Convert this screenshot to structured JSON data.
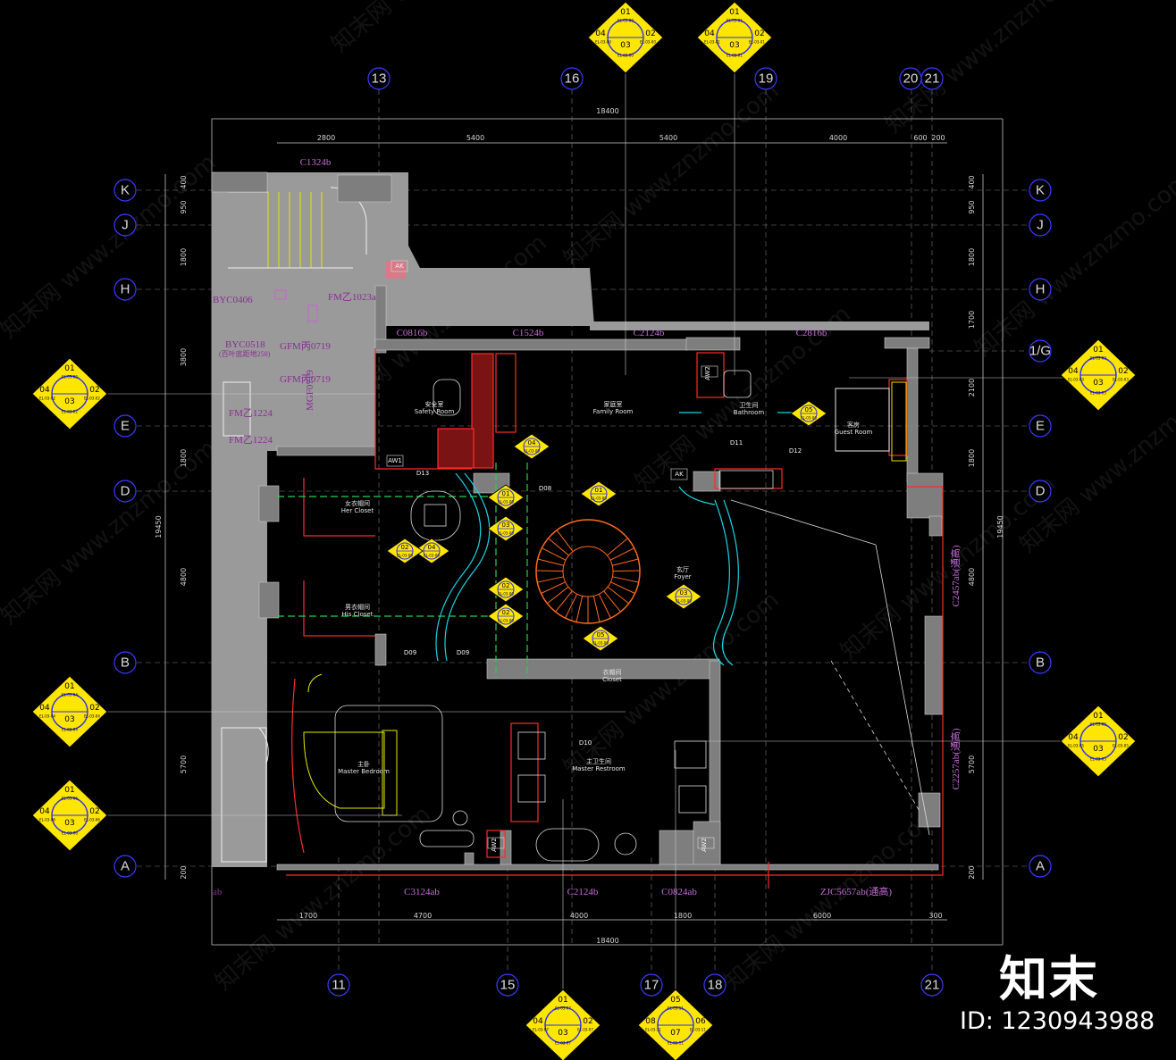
{
  "colors": {
    "background": "#000000",
    "wall": "#9a9a9a",
    "grid": "#8a8a8a",
    "accent_red": "#ff2020",
    "accent_green": "#21d24a",
    "accent_yellow": "#ffe600",
    "accent_cyan": "#16d6e0",
    "window_purple": "#c66ad8"
  },
  "axes": {
    "top": [
      "13",
      "16",
      "19",
      "20",
      "21"
    ],
    "bottom": [
      "11",
      "15",
      "17",
      "18",
      "21"
    ],
    "left": [
      "K",
      "J",
      "H",
      "E",
      "D",
      "B",
      "A"
    ],
    "right": [
      "K",
      "J",
      "H",
      "1/G",
      "E",
      "D",
      "B",
      "A"
    ]
  },
  "dimensions": {
    "top_total": "18400",
    "top": [
      "2800",
      "5400",
      "5400",
      "4000",
      "600",
      "200"
    ],
    "bottom_total": "18400",
    "bottom": [
      "1700",
      "4700",
      "4000",
      "1800",
      "6000",
      "300"
    ],
    "left_total": "19450",
    "left": [
      "400",
      "950",
      "1800",
      "3800",
      "1800",
      "4800",
      "5700",
      "200"
    ],
    "right_total": "19450",
    "right": [
      "400",
      "950",
      "1800",
      "1700",
      "2100",
      "1800",
      "4800",
      "5700",
      "200"
    ]
  },
  "rooms": {
    "safety": {
      "cn": "安全室",
      "en": "Safety Room"
    },
    "family": {
      "cn": "家庭室",
      "en": "Family Room"
    },
    "bath": {
      "cn": "卫生间",
      "en": "Bathroom"
    },
    "guest": {
      "cn": "客房",
      "en": "Guest Room"
    },
    "her": {
      "cn": "女衣帽间",
      "en": "Her Closet"
    },
    "his": {
      "cn": "男衣帽间",
      "en": "His Closet"
    },
    "foyer": {
      "cn": "玄厅",
      "en": "Foyer"
    },
    "closet": {
      "cn": "衣帽间",
      "en": "Closet"
    },
    "master_bed": {
      "cn": "主卧",
      "en": "Master Bedroom"
    },
    "master_rest": {
      "cn": "主卫生间",
      "en": "Master Restroom"
    }
  },
  "windows": {
    "w1": "C1324b",
    "w2": "C0816b",
    "w3": "C1524b",
    "w4": "C2124b",
    "w5": "C2816b",
    "w6": "C3124ab",
    "w7": "C2124b",
    "w8": "C0824ab",
    "w9": "ZJC5657ab(通高)",
    "w10": "C2457ab(通高)",
    "w11": "C2257ab(通高)"
  },
  "left_labels": {
    "l1": "BYC0406",
    "l2": "BYC0518",
    "l3": "(百叶底距地250)",
    "l4": "FM乙1023a",
    "l5": "GFM丙0719",
    "l6": "GFM丙0719",
    "l7": "FM乙1224",
    "l8": "FM乙1224",
    "l9": "MGF0719",
    "l10": "ab"
  },
  "doors": {
    "d1": "D11",
    "d2": "D12",
    "d3": "D13",
    "d4": "D08",
    "d5": "D09",
    "d6": "D09",
    "d7": "D10"
  },
  "equip": {
    "aw1": "AW1",
    "ak1": "AK",
    "ak2": "AK",
    "aw2": "AW2",
    "aw3": "AW2",
    "aw4": "AW2"
  },
  "markers": [
    {
      "id": "m1",
      "n": [
        "01",
        "02",
        "03",
        "04"
      ],
      "code": "EL-03-00"
    },
    {
      "id": "m2",
      "n": [
        "01",
        "02",
        "03",
        "04"
      ],
      "code": "EL-03-01"
    },
    {
      "id": "m3",
      "n": [
        "01",
        "02",
        "03",
        "04"
      ],
      "code": "EL-03-02"
    },
    {
      "id": "m4",
      "n": [
        "01",
        "02",
        "03",
        "04"
      ],
      "code": "EL-03-03"
    },
    {
      "id": "m5",
      "n": [
        "01",
        "02",
        "03",
        "04"
      ],
      "code": "EL-03-04"
    },
    {
      "id": "m6",
      "n": [
        "01",
        "02",
        "03",
        "04"
      ],
      "code": "EL-03-05"
    },
    {
      "id": "m7",
      "n": [
        "01",
        "02",
        "03",
        "04"
      ],
      "code": "EL-03-06"
    },
    {
      "id": "m8",
      "n": [
        "01",
        "02",
        "03",
        "04"
      ],
      "code": "EL-03-07"
    },
    {
      "id": "m9",
      "n": [
        "05",
        "06",
        "07",
        "08"
      ],
      "code": "EL-03-11"
    }
  ],
  "inner_markers": [
    "04",
    "05",
    "01",
    "03",
    "01",
    "04",
    "02",
    "02",
    "02",
    "03",
    "05"
  ],
  "inner_code": "EL-03-00",
  "watermark": {
    "text": "知末网 www.znzmo.com"
  },
  "brand": {
    "logo": "知末",
    "id": "ID: 1230943988"
  }
}
